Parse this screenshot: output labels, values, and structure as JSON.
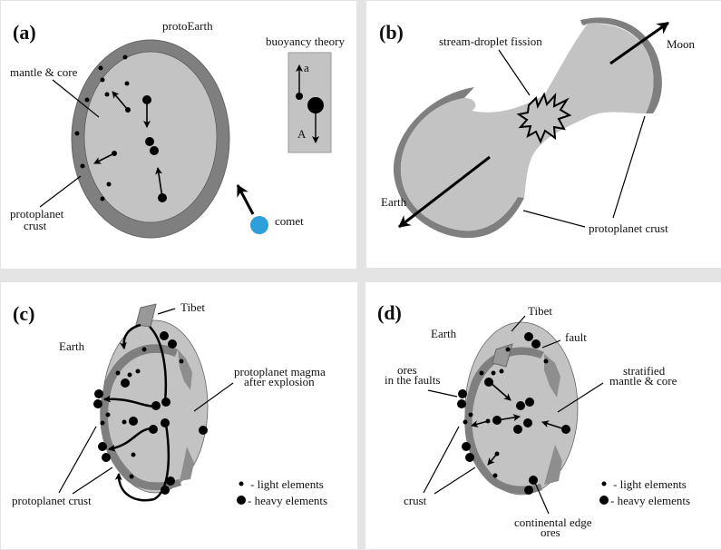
{
  "colors": {
    "crust": "#7f7f7f",
    "mantle": "#c3c3c3",
    "comet": "#2e9fd8",
    "ink": "#000000",
    "background": "#e4e4e4",
    "panel": "#ffffff"
  },
  "panels": {
    "a": {
      "tag": "(a)",
      "title": "protoEarth",
      "mantle_label": "mantle & core",
      "crust_label_line1": "protoplanet",
      "crust_label_line2": "crust",
      "comet_label": "comet",
      "buoyancy_title": "buoyancy theory",
      "buoyancy_small": "a",
      "buoyancy_large": "A"
    },
    "b": {
      "tag": "(b)",
      "fission_label": "stream-droplet fission",
      "moon_label": "Moon",
      "earth_label": "Earth",
      "crust_label": "protoplanet crust"
    },
    "c": {
      "tag": "(c)",
      "tibet_label": "Tibet",
      "earth_label": "Earth",
      "magma_label_line1": "protoplanet magma",
      "magma_label_line2": "after explosion",
      "crust_label": "protoplanet crust",
      "legend_light": "- light elements",
      "legend_heavy": "- heavy elements"
    },
    "d": {
      "tag": "(d)",
      "tibet_label": "Tibet",
      "earth_label": "Earth",
      "fault_label": "fault",
      "ores_label_line1": "ores",
      "ores_label_line2": "in the faults",
      "stratified_label_line1": "stratified",
      "stratified_label_line2": "mantle & core",
      "crust_label": "crust",
      "edge_label_line1": "continental edge",
      "edge_label_line2": "ores",
      "legend_light": "- light elements",
      "legend_heavy": "- heavy elements"
    }
  }
}
